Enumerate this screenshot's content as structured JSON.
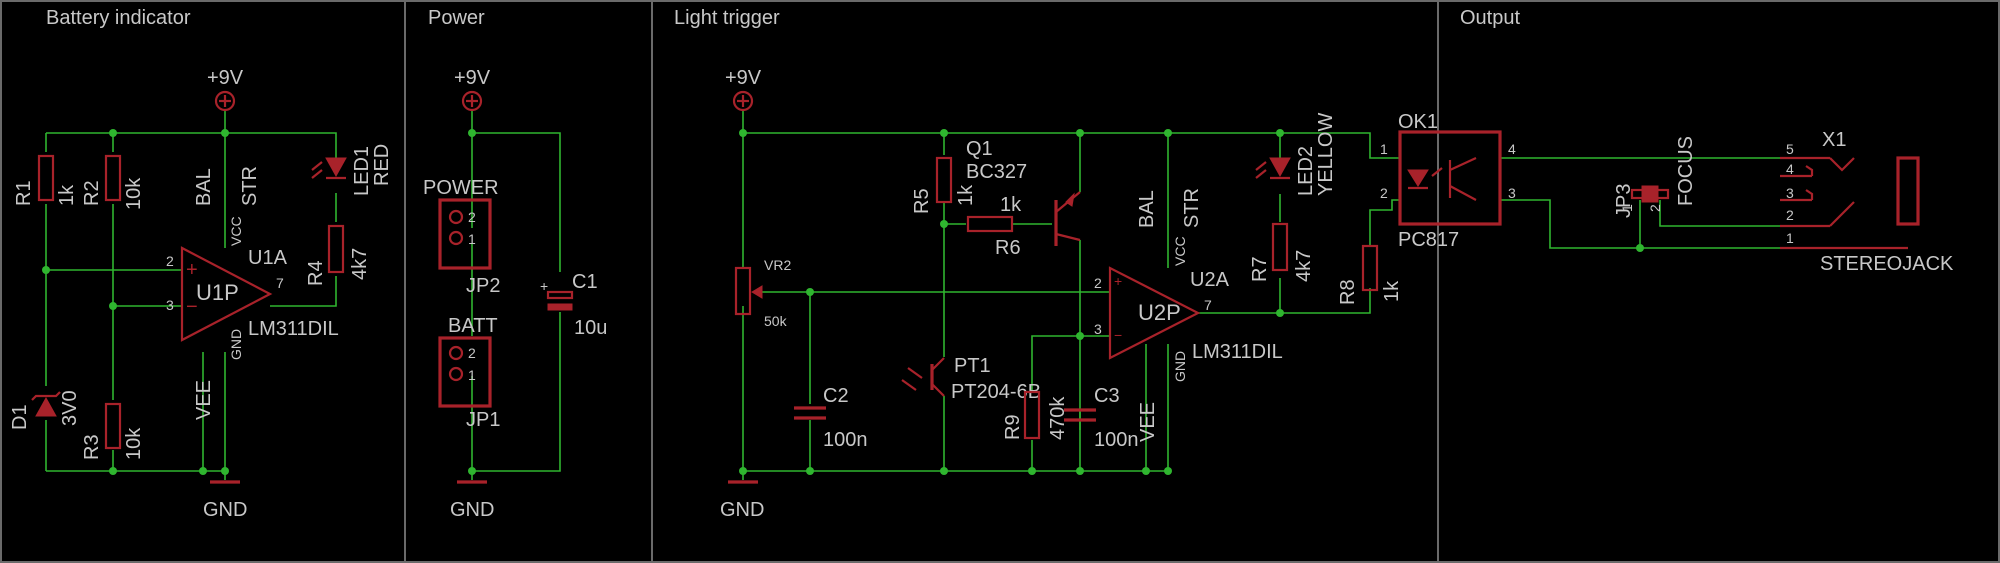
{
  "sections": {
    "battery": "Battery indicator",
    "power": "Power",
    "light": "Light trigger",
    "output": "Output"
  },
  "supply": {
    "vcc": "+9V",
    "gnd": "GND"
  },
  "battery_circuit": {
    "r1": "R1",
    "r1_val": "1k",
    "r2": "R2",
    "r2_val": "10k",
    "r3": "R3",
    "r3_val": "10k",
    "r4": "R4",
    "r4_val": "4k7",
    "d1": "D1",
    "d1_val": "3V0",
    "led1": "LED1",
    "led1_val": "RED",
    "u1a": "U1A",
    "u1p": "U1P",
    "u1_part": "LM311DIL",
    "bal": "BAL",
    "str": "STR",
    "vcc": "VCC",
    "vee": "VEE",
    "gnd_pin": "GND",
    "pin2": "2",
    "pin3": "3",
    "pin7": "7"
  },
  "power_circuit": {
    "power": "POWER",
    "jp2": "JP2",
    "batt": "BATT",
    "jp1": "JP1",
    "c1": "C1",
    "c1_val": "10u",
    "p1": "1",
    "p2": "2"
  },
  "light_circuit": {
    "vr2": "VR2",
    "vr2_val": "50k",
    "c2": "C2",
    "c2_val": "100n",
    "r5": "R5",
    "r5_val": "1k",
    "r6": "R6",
    "r6_val": "1k",
    "q1": "Q1",
    "q1_part": "BC327",
    "pt1": "PT1",
    "pt1_part": "PT204-6B",
    "r9": "R9",
    "r9_val": "470k",
    "c3": "C3",
    "c3_val": "100n",
    "u2a": "U2A",
    "u2p": "U2P",
    "u2_part": "LM311DIL",
    "led2": "LED2",
    "led2_val": "YELLOW",
    "r7": "R7",
    "r7_val": "4k7",
    "r8": "R8",
    "r8_val": "1k",
    "bal": "BAL",
    "str": "STR",
    "vcc": "VCC",
    "vee": "VEE",
    "gnd_pin": "GND",
    "pin2": "2",
    "pin3": "3",
    "pin7": "7"
  },
  "output_circuit": {
    "ok1": "OK1",
    "ok1_part": "PC817",
    "jp3": "JP3",
    "focus": "FOCUS",
    "x1": "X1",
    "x1_part": "STEREOJACK",
    "n1": "1",
    "n2": "2",
    "n3": "3",
    "n4": "4",
    "n5": "5"
  },
  "colors": {
    "wire": "#2fb52f",
    "part": "#a8222a",
    "text": "#c8c8c8",
    "frame": "#6a6a6a",
    "background": "#000000"
  }
}
